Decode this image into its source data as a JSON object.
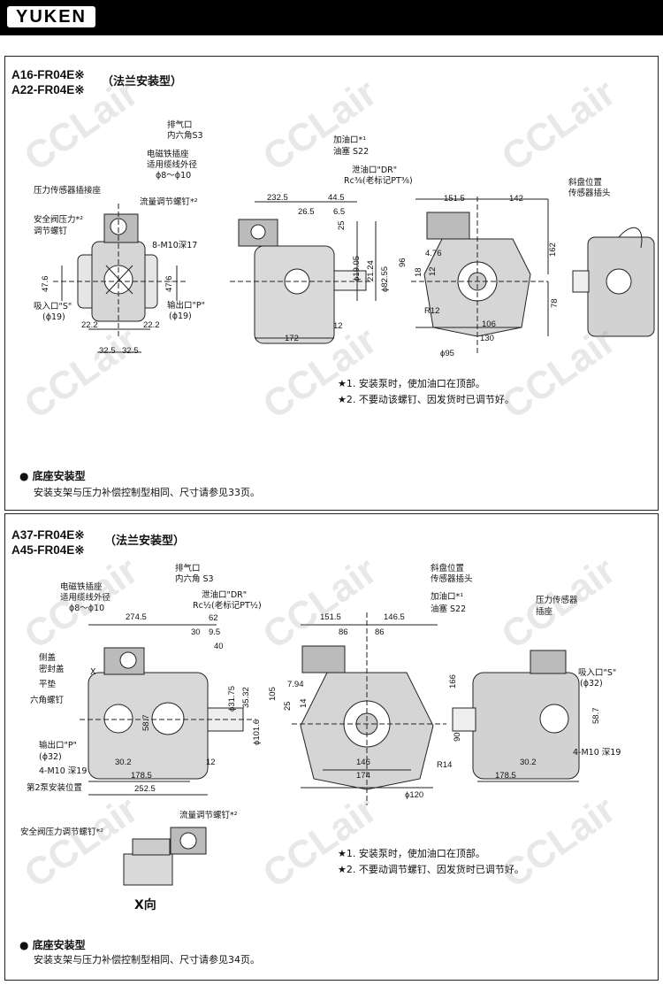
{
  "brand": {
    "logo": "YUKEN"
  },
  "section1": {
    "title_line1": "A16-FR04E※",
    "title_line2": "A22-FR04E※",
    "mount_type": "（法兰安装型）",
    "labels": {
      "vent": "排气口",
      "hex_s3": "内六角S3",
      "solenoid_socket": "电磁铁插座",
      "cable_od": "适用缆线外径",
      "cable_range": "ϕ8～ϕ10",
      "pressure_sensor": "压力传感器插接座",
      "relief_adj": "安全阀压力*²",
      "adj_screw": "调节螺钉",
      "flow_adj": "流量调节螺钉*²",
      "m10": "8-M10深17",
      "inlet": "吸入口\"S\"",
      "inlet_d": "(ϕ19)",
      "outlet": "输出口\"P\"",
      "outlet_d": "(ϕ19)",
      "fill_port": "加油口*¹",
      "plug": "油塞 S22",
      "drain": "泄油口\"DR\"",
      "drain_rc": "Rc⅜(老标记PT⅜)",
      "swash": "斜盘位置",
      "swash_sensor": "传感器插头"
    },
    "dims": {
      "d476": "47.6",
      "d476b": "47.6",
      "d222": "22.2",
      "d222b": "22.2",
      "d325": "32.5",
      "d325b": "32.5",
      "d2325": "232.5",
      "d265": "26.5",
      "d445": "44.5",
      "d65": "6.5",
      "d25": "25",
      "d1905": "ϕ19.05",
      "d2124": "21.24",
      "d8255": "ϕ82.55",
      "d96": "96",
      "d172": "172",
      "d12": "12",
      "d1515": "151.5",
      "d142": "142",
      "d476f": "4.76",
      "d18": "18",
      "d12b": "12",
      "dR12": "R12",
      "d162": "162",
      "d78": "78",
      "d106": "106",
      "d130": "130",
      "d95": "ϕ95"
    },
    "notes": [
      "★1. 安装泵时，使加油口在顶部。",
      "★2. 不要动该螺钉、因发货时已调节好。"
    ],
    "base_title": "底座安装型",
    "base_text": "安装支架与压力补偿控制型相同、尺寸请参见33页。"
  },
  "section2": {
    "title_line1": "A37-FR04E※",
    "title_line2": "A45-FR04E※",
    "mount_type": "（法兰安装型）",
    "labels": {
      "vent": "排气口",
      "hex_s3": "内六角 S3",
      "solenoid_socket": "电磁铁插座",
      "cable_od": "适用缆线外径",
      "cable_range": "ϕ8～ϕ10",
      "drain": "泄油口\"DR\"",
      "drain_rc": "Rc½(老标记PT½)",
      "side_cover": "侧盖",
      "seal_cover": "密封盖",
      "washer": "平垫",
      "hex_screw": "六角螺钉",
      "outlet": "输出口\"P\"",
      "outlet_d": "(ϕ32)",
      "m10": "4-M10 深19",
      "pump2_pos": "第2泵安装位置",
      "swash": "斜盘位置",
      "swash_sensor": "传感器插头",
      "fill_port": "加油口*¹",
      "plug": "油塞 S22",
      "pressure_sensor": "压力传感器",
      "socket": "插座",
      "inlet": "吸入口\"S\"",
      "inlet_d": "(ϕ32)",
      "m10b": "4-M10 深19",
      "flow_adj": "流量调节螺钉*²",
      "relief_adj": "安全阀压力调节螺钉*²",
      "x_dir": "X向",
      "x_mark": "X"
    },
    "dims": {
      "d2745": "274.5",
      "d62": "62",
      "d30": "30",
      "d95": "9.5",
      "d40": "40",
      "d3175": "ϕ31.75",
      "d3532": "35.32",
      "d1016": "ϕ101.6",
      "d105": "105",
      "d587": "58.7",
      "d302": "30.2",
      "d12": "12",
      "d1785": "178.5",
      "d2525": "252.5",
      "d1515": "151.5",
      "d1465": "146.5",
      "d86": "86",
      "d86b": "86",
      "d794": "7.94",
      "d25": "25",
      "d14": "14",
      "d166": "166",
      "d90": "90",
      "d146": "146",
      "dR14": "R14",
      "d174": "174",
      "d120": "ϕ120",
      "d587b": "58.7",
      "d302b": "30.2",
      "d1785b": "178.5"
    },
    "notes": [
      "★1. 安装泵时，使加油口在顶部。",
      "★2. 不要动调节螺钉、因发货时已调节好。"
    ],
    "base_title": "底座安装型",
    "base_text": "安装支架与压力补偿控制型相同、尺寸请参见34页。"
  },
  "watermark": "CCLair"
}
